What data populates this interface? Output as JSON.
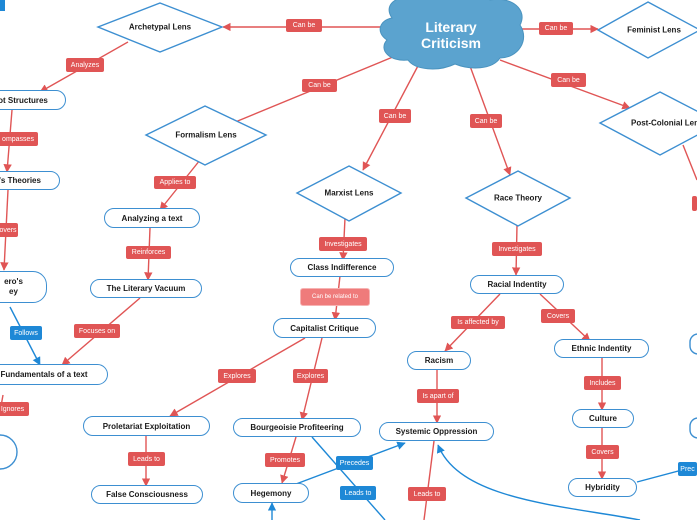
{
  "central": {
    "title_line1": "Literary",
    "title_line2": "Criticism"
  },
  "lenses": {
    "archetypal": "Archetypal Lens",
    "feminist": "Feminist Lens",
    "formalism": "Formalism Lens",
    "marxist": "Marxist Lens",
    "race": "Race Theory",
    "post_colonial": "Post-Colonial Len"
  },
  "nodes": {
    "plot_structures": "ot Structures",
    "theories": "'s Theories",
    "heros_journey_l1": "ero's",
    "heros_journey_l2": "ey",
    "fundamentals": "Fundamentals of a text",
    "analyzing": "Analyzing a text",
    "literary_vacuum": "The Literary Vacuum",
    "class_indifference": "Class Indifference",
    "capitalist_critique": "Capitalist Critique",
    "proletariat": "Proletariat Exploitation",
    "false_consciousness": "False Consciousness",
    "bourgeoisie": "Bourgeoisie Profiteering",
    "hegemony": "Hegemony",
    "racial_identity": "Racial Indentity",
    "racism": "Racism",
    "systemic_oppression": "Systemic Oppression",
    "ethnic_identity": "Ethnic Indentity",
    "culture": "Culture",
    "hybridity": "Hybridity"
  },
  "connectors": {
    "can_be": "Can be",
    "analyzes": "Analyzes",
    "encompasses": "ompasses",
    "covers_partial": "overs",
    "follows": "Follows",
    "ignores": "Ignores",
    "applies_to": "Applies to",
    "reinforces": "Reinforces",
    "focuses_on": "Focuses on",
    "investigates": "Investigates",
    "can_be_related_to": "Can be related to",
    "explores": "Explores",
    "leads_to": "Leads to",
    "promotes": "Promotes",
    "precedes": "Precedes",
    "is_affected_by": "Is affected by",
    "covers": "Covers",
    "includes": "Includes",
    "is_apart_of": "Is apart of",
    "precedes_partial": "Prec"
  },
  "colors": {
    "central_fill": "#5ba3cf",
    "node_border": "#3d8fd1",
    "connector_red": "#e05555",
    "connector_blue": "#1e88d6",
    "line_red": "#e05555",
    "line_blue": "#1e88d6"
  }
}
